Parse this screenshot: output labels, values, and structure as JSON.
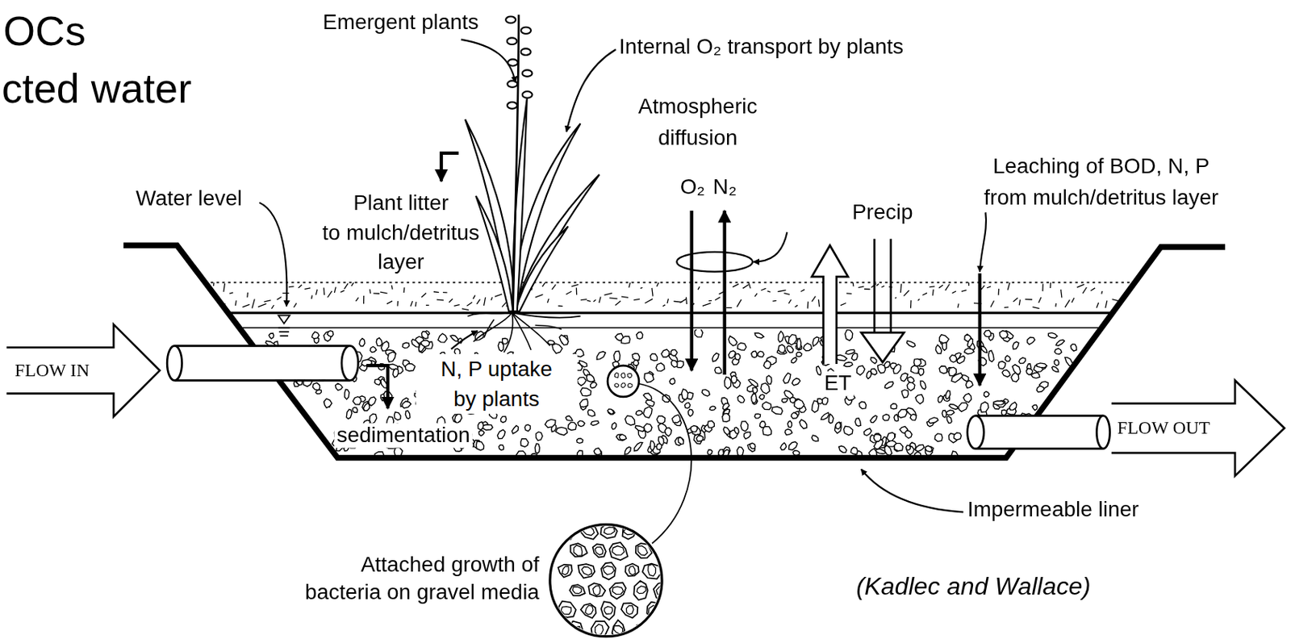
{
  "diagram": {
    "labels": [
      "OCs",
      "cted water",
      "Emergent plants",
      "Internal O₂ transport by plants",
      "Atmospheric diffusion",
      "O₂",
      "N₂",
      "Water level",
      "Plant litter to mulch/detritus layer",
      "Leaching of BOD, N, P from mulch/detritus layer",
      "Precip",
      "FLOW IN",
      "N, P uptake by plants",
      "sedimentation",
      "ET",
      "FLOW OUT",
      "Impermeable liner",
      "Attached growth of bacteria on gravel media",
      "(Kadlec and Wallace)"
    ]
  }
}
